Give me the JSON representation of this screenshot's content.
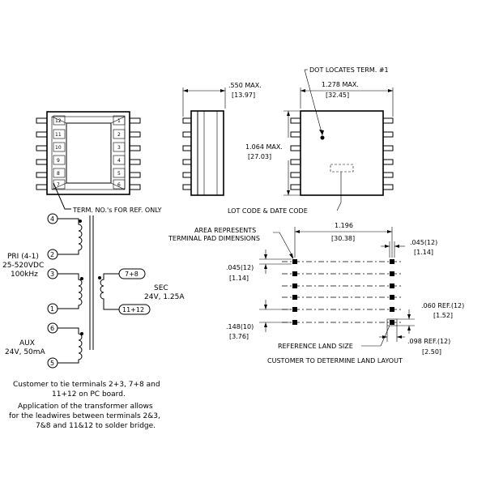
{
  "labels": {
    "dim_height_max": ".550 MAX.",
    "dim_height_mm": "[13.97]",
    "dim_length_max": "1.278 MAX.",
    "dim_length_mm": "[32.45]",
    "dim_width_max": "1.064 MAX.",
    "dim_width_mm": "[27.03]",
    "dot_note": "DOT LOCATES TERM. #1",
    "term_ref_note": "TERM. NO.'s FOR REF. ONLY",
    "lot_code_note": "LOT CODE & DATE CODE",
    "area_note_1": "AREA REPRESENTS",
    "area_note_2": "TERMINAL PAD DIMENSIONS",
    "pad_span": "1.196",
    "pad_span_mm": "[30.38]",
    "pad_width_top_right": ".045(12)",
    "pad_width_top_right_mm": "[1.14]",
    "pad_width_left": ".045(12)",
    "pad_width_left_mm": "[1.14]",
    "pitch": ".148(10)",
    "pitch_mm": "[3.76]",
    "ref_060": ".060 REF.(12)",
    "ref_060_mm": "[1.52]",
    "ref_098": ".098 REF.(12)",
    "ref_098_mm": "[2.50]",
    "reference_land": "REFERENCE LAND SIZE",
    "customer_land": "CUSTOMER TO DETERMINE LAND LAYOUT",
    "pri_1": "PRI (4-1)",
    "pri_2": "25-520VDC",
    "pri_3": "100kHz",
    "sec_1": "SEC",
    "sec_2": "24V, 1.25A",
    "aux_1": "AUX",
    "aux_2": "24V, 50mA",
    "note1_1": "Customer to tie terminals 2+3, 7+8 and",
    "note1_2": "11+12 on PC board.",
    "note2_1": "Application of the transformer allows",
    "note2_2": "for the leadwires between terminals 2&3,",
    "note2_3": "7&8 and 11&12 to solder bridge."
  },
  "schematic_terminals": {
    "t4": "4",
    "t2": "2",
    "t3": "3",
    "t1": "1",
    "t6": "6",
    "t5": "5",
    "t78": "7+8",
    "t1112": "11+12"
  },
  "pin_numbers_left": [
    "12",
    "11",
    "10",
    "9",
    "8",
    "7"
  ],
  "pin_numbers_right": [
    "1",
    "2",
    "3",
    "4",
    "5",
    "6"
  ]
}
